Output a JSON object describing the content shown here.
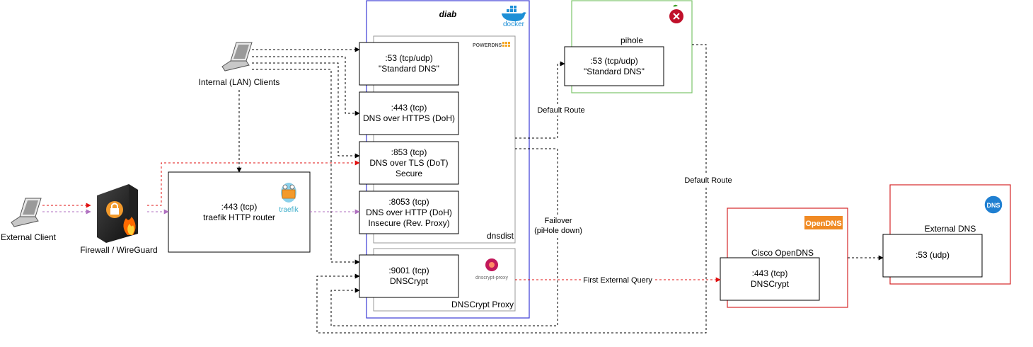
{
  "colors": {
    "diab_border": "#3b3bd6",
    "pihole_border": "#7cc46a",
    "red_border": "#d62728",
    "red_arrow": "#e01010",
    "purple_arrow": "#b070c0",
    "opendns_orange": "#f08a24",
    "dns_blue": "#1f7fd1"
  },
  "diab": {
    "title": "diab",
    "docker_text": "docker",
    "powerdns_text": "POWERDNS",
    "dnsdist_label": "dnsdist",
    "dnscrypt_proxy_label": "DNSCrypt Proxy",
    "dnscrypt_logo_text": "dnscrypt-proxy",
    "services": [
      {
        "line1": ":53 (tcp/udp)",
        "line2": "\"Standard DNS\"",
        "line3": ""
      },
      {
        "line1": ":443 (tcp)",
        "line2": "DNS over HTTPS (DoH)",
        "line3": ""
      },
      {
        "line1": ":853 (tcp)",
        "line2": "DNS over TLS (DoT)",
        "line3": "Secure"
      },
      {
        "line1": ":8053 (tcp)",
        "line2": "DNS over HTTP (DoH)",
        "line3": "Insecure (Rev. Proxy)"
      },
      {
        "line1": ":9001 (tcp)",
        "line2": "DNSCrypt",
        "line3": ""
      }
    ]
  },
  "pihole": {
    "title": "pihole",
    "service_line1": ":53 (tcp/udp)",
    "service_line2": "\"Standard DNS\""
  },
  "traefik": {
    "line1": ":443 (tcp)",
    "line2": "traefik HTTP router",
    "logo_text": "traefik"
  },
  "internal_clients_label": "Internal (LAN) Clients",
  "external_client_label": "External Client",
  "firewall_label": "Firewall / WireGuard",
  "opendns": {
    "badge": "OpenDNS",
    "title": "Cisco OpenDNS",
    "service_line1": ":443 (tcp)",
    "service_line2": "DNSCrypt"
  },
  "external_dns": {
    "badge": "DNS",
    "title": "External DNS",
    "service_line1": ":53 (udp)"
  },
  "edge_labels": {
    "default_route_1": "Default Route",
    "default_route_2": "Default Route",
    "failover_line1": "Failover",
    "failover_line2": "(piHole down)",
    "first_external_query": "First External Query"
  }
}
